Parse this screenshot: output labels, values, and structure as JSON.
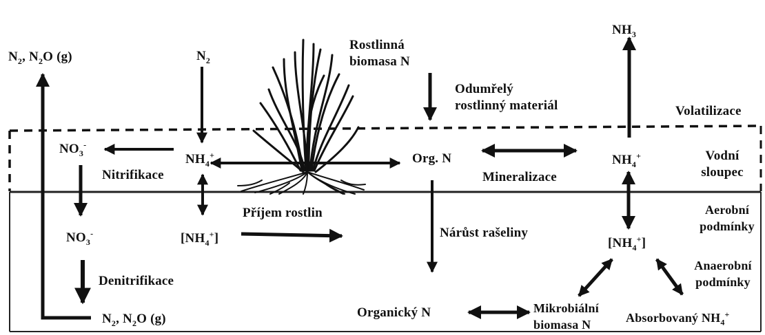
{
  "labels": {
    "n2_n2o_top": "N2, N2O (g)",
    "n2_in": "N2",
    "plant_biomass": "Rostlinná\nbiomasa N",
    "dead_material": "Odumřelý\nrostlinný materiál",
    "nh3": "NH3",
    "volatilization": "Volatilizace",
    "no3_upper": "NO3-",
    "nitrification": "Nitrifikace",
    "nh4_left": "NH4+",
    "org_n": "Org. N",
    "mineralization": "Mineralizace",
    "nh4_right": "NH4+",
    "water_column": "Vodní\nsloupec",
    "aerobic": "Aerobní\npodmínky",
    "no3_lower": "NO3-",
    "nh4_bracket_left": "[NH4+]",
    "plant_uptake": "Příjem rostlin",
    "peat_growth": "Nárůst rašeliny",
    "nh4_bracket_right": "[NH4+]",
    "anaerobic": "Anaerobní\npodmínky",
    "denitrification": "Denitrifikace",
    "n2_n2o_bottom": "N2, N2O (g)",
    "organic_n": "Organický N",
    "microbial_biomass": "Mikrobiální\nbiomasa N",
    "absorbed_nh4": "Absorbovaný NH4+"
  }
}
